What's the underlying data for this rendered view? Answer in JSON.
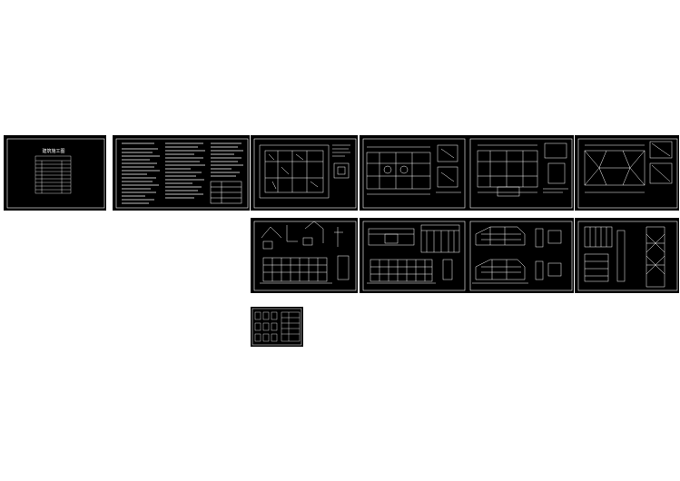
{
  "background_color": "#ffffff",
  "sheet_background_color": "#000000",
  "linework_color": "#ffffff",
  "cover": {
    "title": "建筑施工图"
  },
  "drawing_sheets": {
    "row_1": [
      {
        "content": "cover-with-drawing-index"
      },
      {
        "content": "design-notes-text"
      },
      {
        "content": "floor-plan"
      },
      {
        "content": "floor-plan-with-details"
      },
      {
        "content": "floor-plan-with-details"
      },
      {
        "content": "roof-plan-with-details"
      }
    ],
    "row_2": [
      {
        "content": "elevation-with-details"
      },
      {
        "content": "elevations"
      },
      {
        "content": "sections-and-details"
      },
      {
        "content": "stair-details"
      }
    ],
    "row_3": [
      {
        "content": "door-window-schedule"
      }
    ]
  }
}
